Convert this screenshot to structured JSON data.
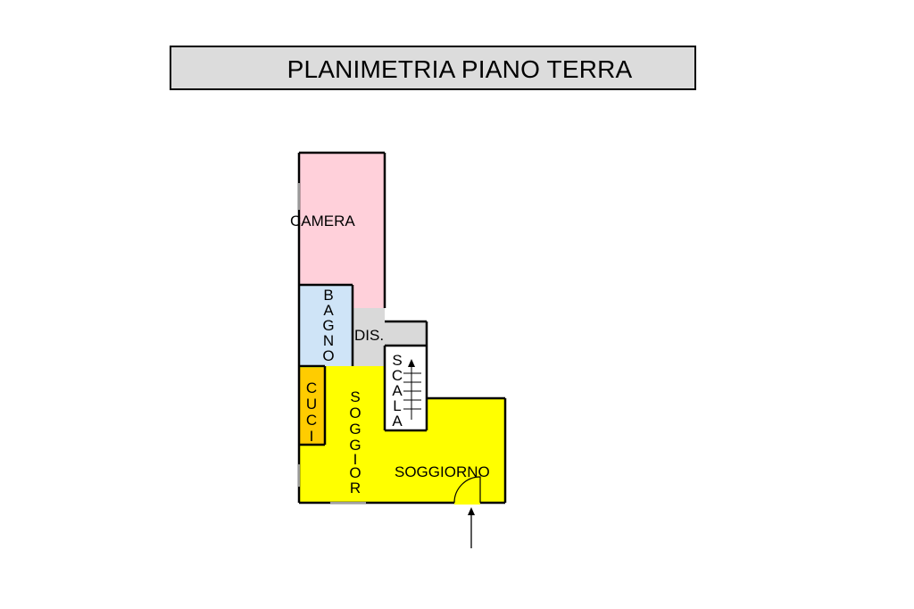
{
  "title": "PLANIMETRIA PIANO TERRA",
  "colors": {
    "camera": "#ffd0da",
    "bagno": "#cfe4f7",
    "disimpegno": "#d9d9d9",
    "cucina": "#ffcc00",
    "soggiorno": "#ffff00",
    "scala": "#ffffff",
    "title_bg": "#dcdcdc"
  },
  "rooms": {
    "camera": "CAMERA",
    "bagno": [
      "B",
      "A",
      "G",
      "N",
      "O"
    ],
    "disimpegno": "DIS.",
    "scala": [
      "S",
      "C",
      "A",
      "L",
      "A"
    ],
    "cucina": [
      "C",
      "U",
      "C",
      "I"
    ],
    "soggiorno_vertical": [
      "S",
      "O",
      "G",
      "G",
      "I",
      "O",
      "R"
    ],
    "soggiorno": "SOGGIORNO"
  }
}
